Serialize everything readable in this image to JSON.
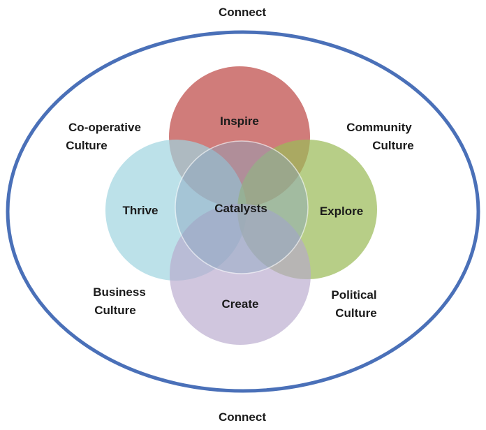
{
  "labels": {
    "connect_top": "Connect",
    "connect_bottom": "Connect",
    "cooperative_line1": "Co-operative",
    "cooperative_line2": "Culture",
    "community_line1": "Community",
    "community_line2": "Culture",
    "business_line1": "Business",
    "business_line2": "Culture",
    "political_line1": "Political",
    "political_line2": "Culture",
    "inspire": "Inspire",
    "thrive": "Thrive",
    "explore": "Explore",
    "create": "Create",
    "catalysts": "Catalysts"
  },
  "colors": {
    "outer_ring": "#4a70b8",
    "inspire": "#c0504d",
    "thrive": "#9fd4e0",
    "explore": "#9bbb59",
    "create": "#b7a8cc",
    "catalysts": "#8aa3bf"
  }
}
